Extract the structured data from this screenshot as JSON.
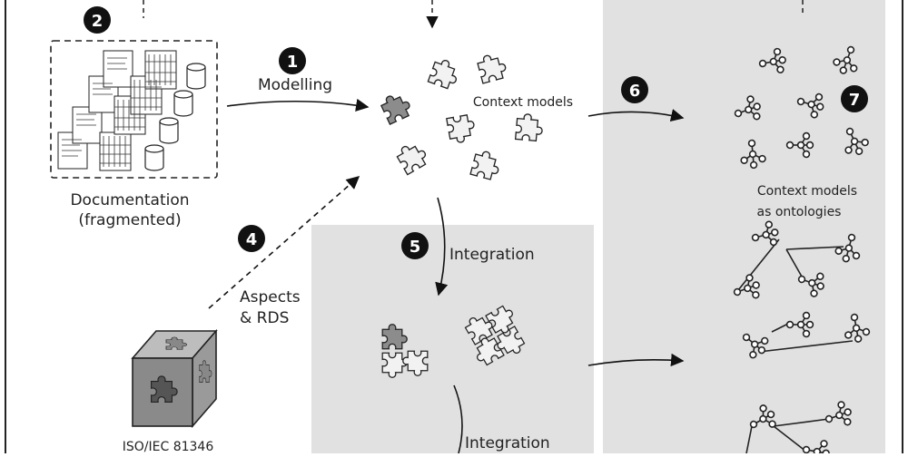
{
  "colors": {
    "panel": "#e1e1e1",
    "badge": "#111111",
    "piece_dark": "#8c8c8c",
    "piece_light": "#f2f2f2"
  },
  "badges": [
    "1",
    "2",
    "4",
    "5",
    "6",
    "7"
  ],
  "documentation": {
    "line1": "Documentation",
    "line2": "(fragmented)"
  },
  "arrows": {
    "modelling": "Modelling",
    "aspects_line1": "Aspects",
    "aspects_line2": "& RDS",
    "integration_1": "Integration",
    "integration_2": "Integration"
  },
  "context_models": {
    "label": "Context models"
  },
  "ontologies": {
    "line1": "Context models",
    "line2": "as ontologies"
  },
  "standard": {
    "label": "ISO/IEC 81346"
  },
  "icons": [
    "documents-icon",
    "database-icon",
    "puzzle-piece-icon",
    "graph-icon",
    "cube-icon"
  ]
}
